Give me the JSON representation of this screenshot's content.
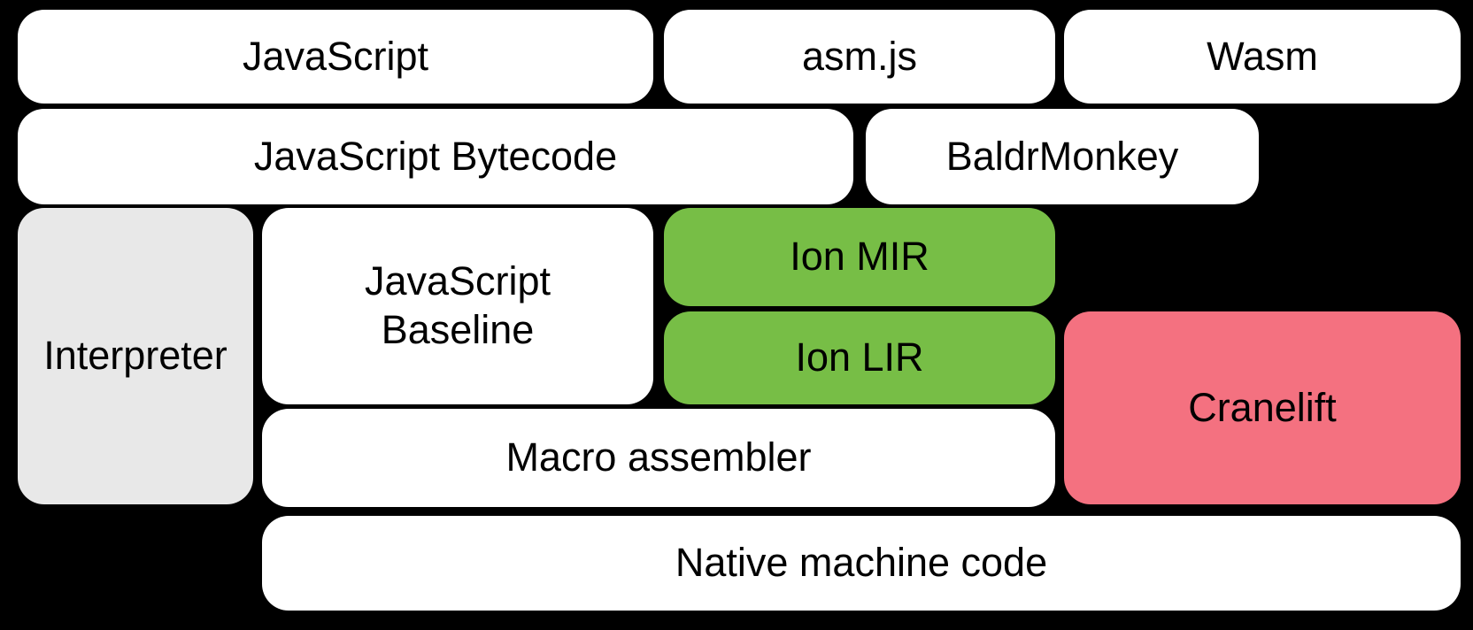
{
  "colors": {
    "background": "#000000",
    "text": "#000000",
    "white_block": "#ffffff",
    "gray_block": "#e8e8e8",
    "green_block": "#77be46",
    "pink_block": "#f47180"
  },
  "blocks": {
    "javascript": {
      "label": "JavaScript",
      "fill": "#ffffff"
    },
    "asm_js": {
      "label": "asm.js",
      "fill": "#ffffff"
    },
    "wasm": {
      "label": "Wasm",
      "fill": "#ffffff"
    },
    "javascript_bytecode": {
      "label": "JavaScript Bytecode",
      "fill": "#ffffff"
    },
    "baldrmonkey": {
      "label": "BaldrMonkey",
      "fill": "#ffffff"
    },
    "interpreter": {
      "label": "Interpreter",
      "fill": "#e8e8e8"
    },
    "javascript_baseline": {
      "label": "JavaScript Baseline",
      "fill": "#ffffff"
    },
    "ion_mir": {
      "label": "Ion MIR",
      "fill": "#77be46"
    },
    "ion_lir": {
      "label": "Ion LIR",
      "fill": "#77be46"
    },
    "cranelift": {
      "label": "Cranelift",
      "fill": "#f47180"
    },
    "macro_assembler": {
      "label": "Macro assembler",
      "fill": "#ffffff"
    },
    "native_machine_code": {
      "label": "Native machine code",
      "fill": "#ffffff"
    }
  }
}
